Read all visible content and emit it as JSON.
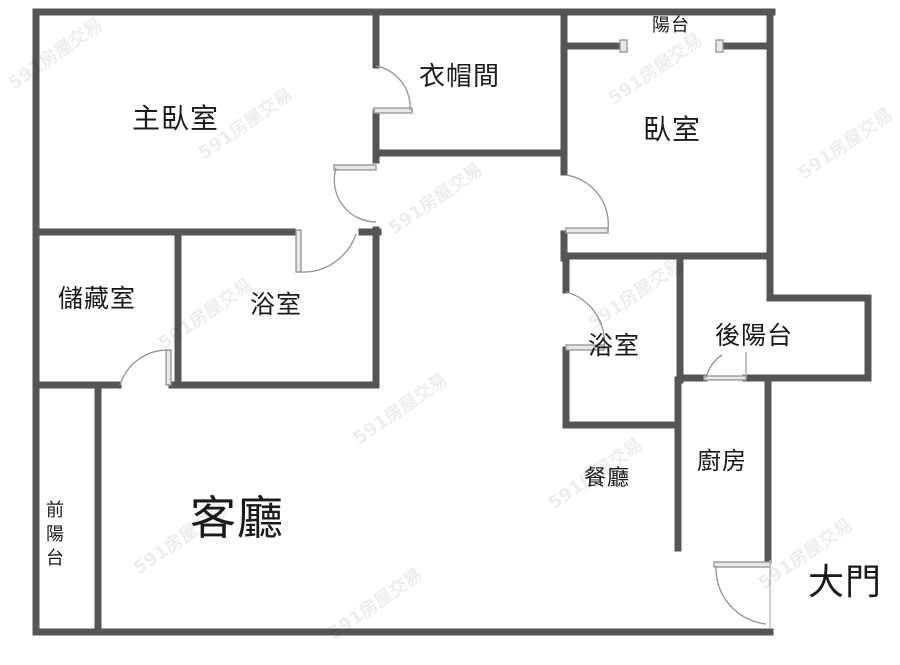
{
  "floorplan": {
    "wall_color": "#555555",
    "rooms": {
      "master_bedroom": "主臥室",
      "walk_in_closet": "衣帽間",
      "balcony_top": "陽台",
      "bedroom": "臥室",
      "storage_room": "儲藏室",
      "bathroom_left": "浴室",
      "bathroom_right": "浴室",
      "rear_balcony": "後陽台",
      "front_balcony": "前陽台",
      "living_room": "客廳",
      "dining_room": "餐廳",
      "kitchen": "廚房",
      "main_entrance": "大門"
    },
    "watermark": "591房屋交易"
  }
}
